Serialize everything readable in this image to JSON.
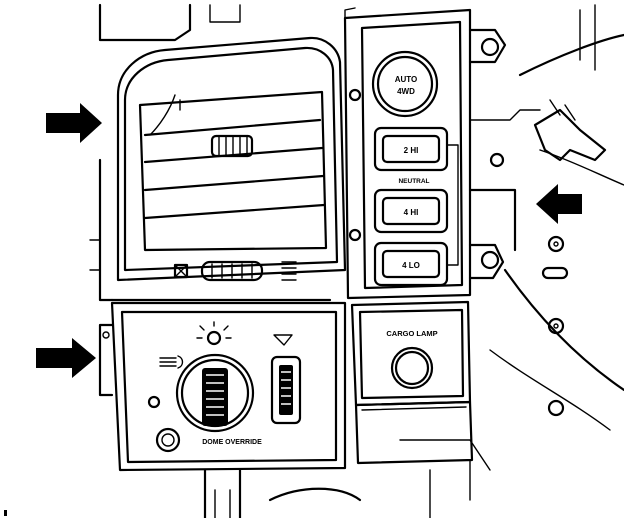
{
  "labels": {
    "transfer_auto": "AUTO",
    "transfer_4wd": "4WD",
    "transfer_2hi": "2 HI",
    "transfer_neutral": "NEUTRAL",
    "transfer_4hi": "4 HI",
    "transfer_4lo": "4 LO",
    "cargo_lamp": "CARGO LAMP",
    "dome_override": "DOME OVERRIDE"
  },
  "callout_arrows": 3,
  "colors": {
    "ink": "#000000",
    "paper": "#ffffff"
  }
}
